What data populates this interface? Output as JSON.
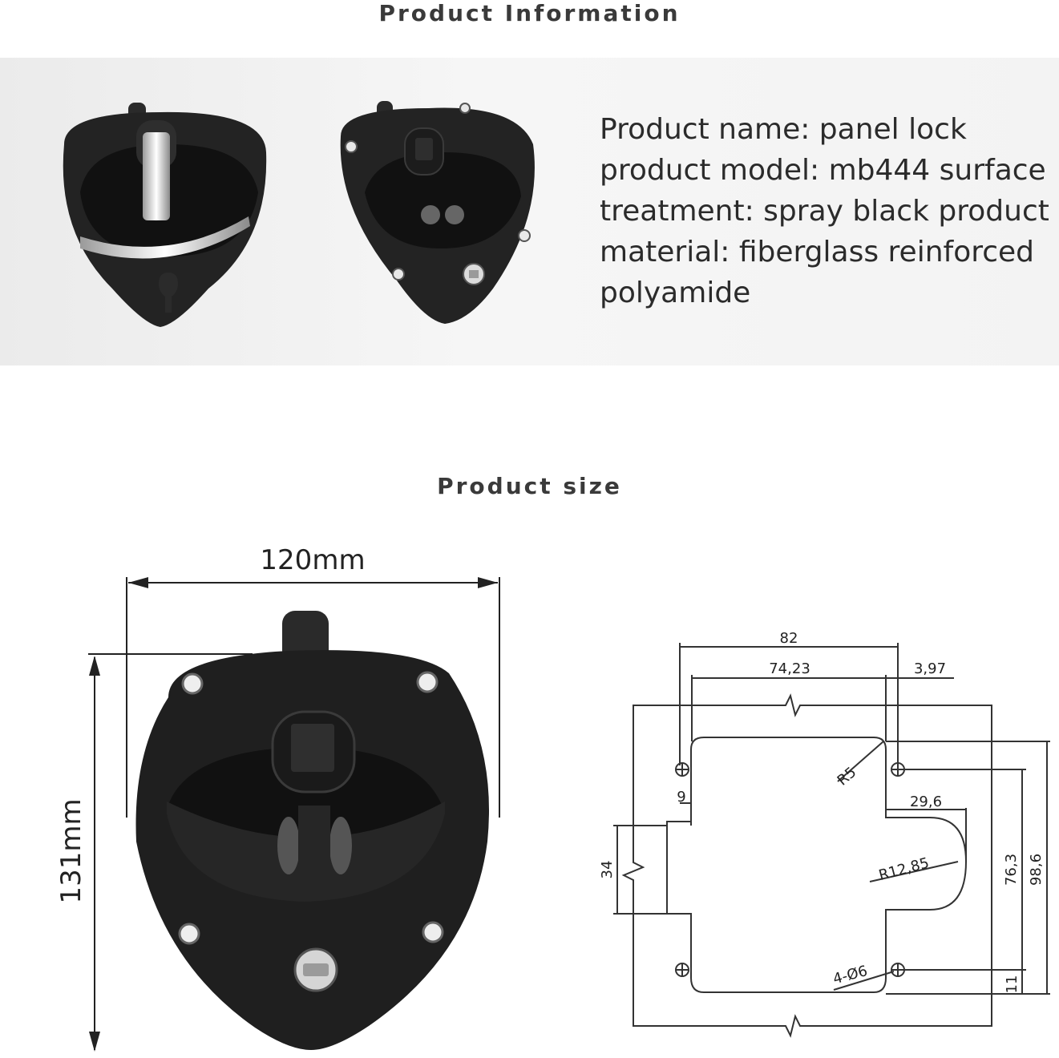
{
  "headings": {
    "info": "Product Information",
    "size": "Product size"
  },
  "info_lines": [
    "Product name: panel lock",
    "product model: mb444 surface",
    "treatment: spray black product",
    "material: fiberglass reinforced",
    "polyamide"
  ],
  "photo_dimensions": {
    "width": "120mm",
    "height": "131mm"
  },
  "drawing_labels": {
    "d82": "82",
    "d7423": "74,23",
    "d397": "3,97",
    "r5": "R5",
    "d9": "9",
    "d296": "29,6",
    "d34": "34",
    "r1285": "R12,85",
    "d763": "76,3",
    "d986": "98,6",
    "holes": "4-Ø6",
    "d11": "11"
  },
  "colors": {
    "lock_body": "#1f1f1f",
    "banner_bg": "#efefef",
    "chrome": "#d8d8d8"
  }
}
